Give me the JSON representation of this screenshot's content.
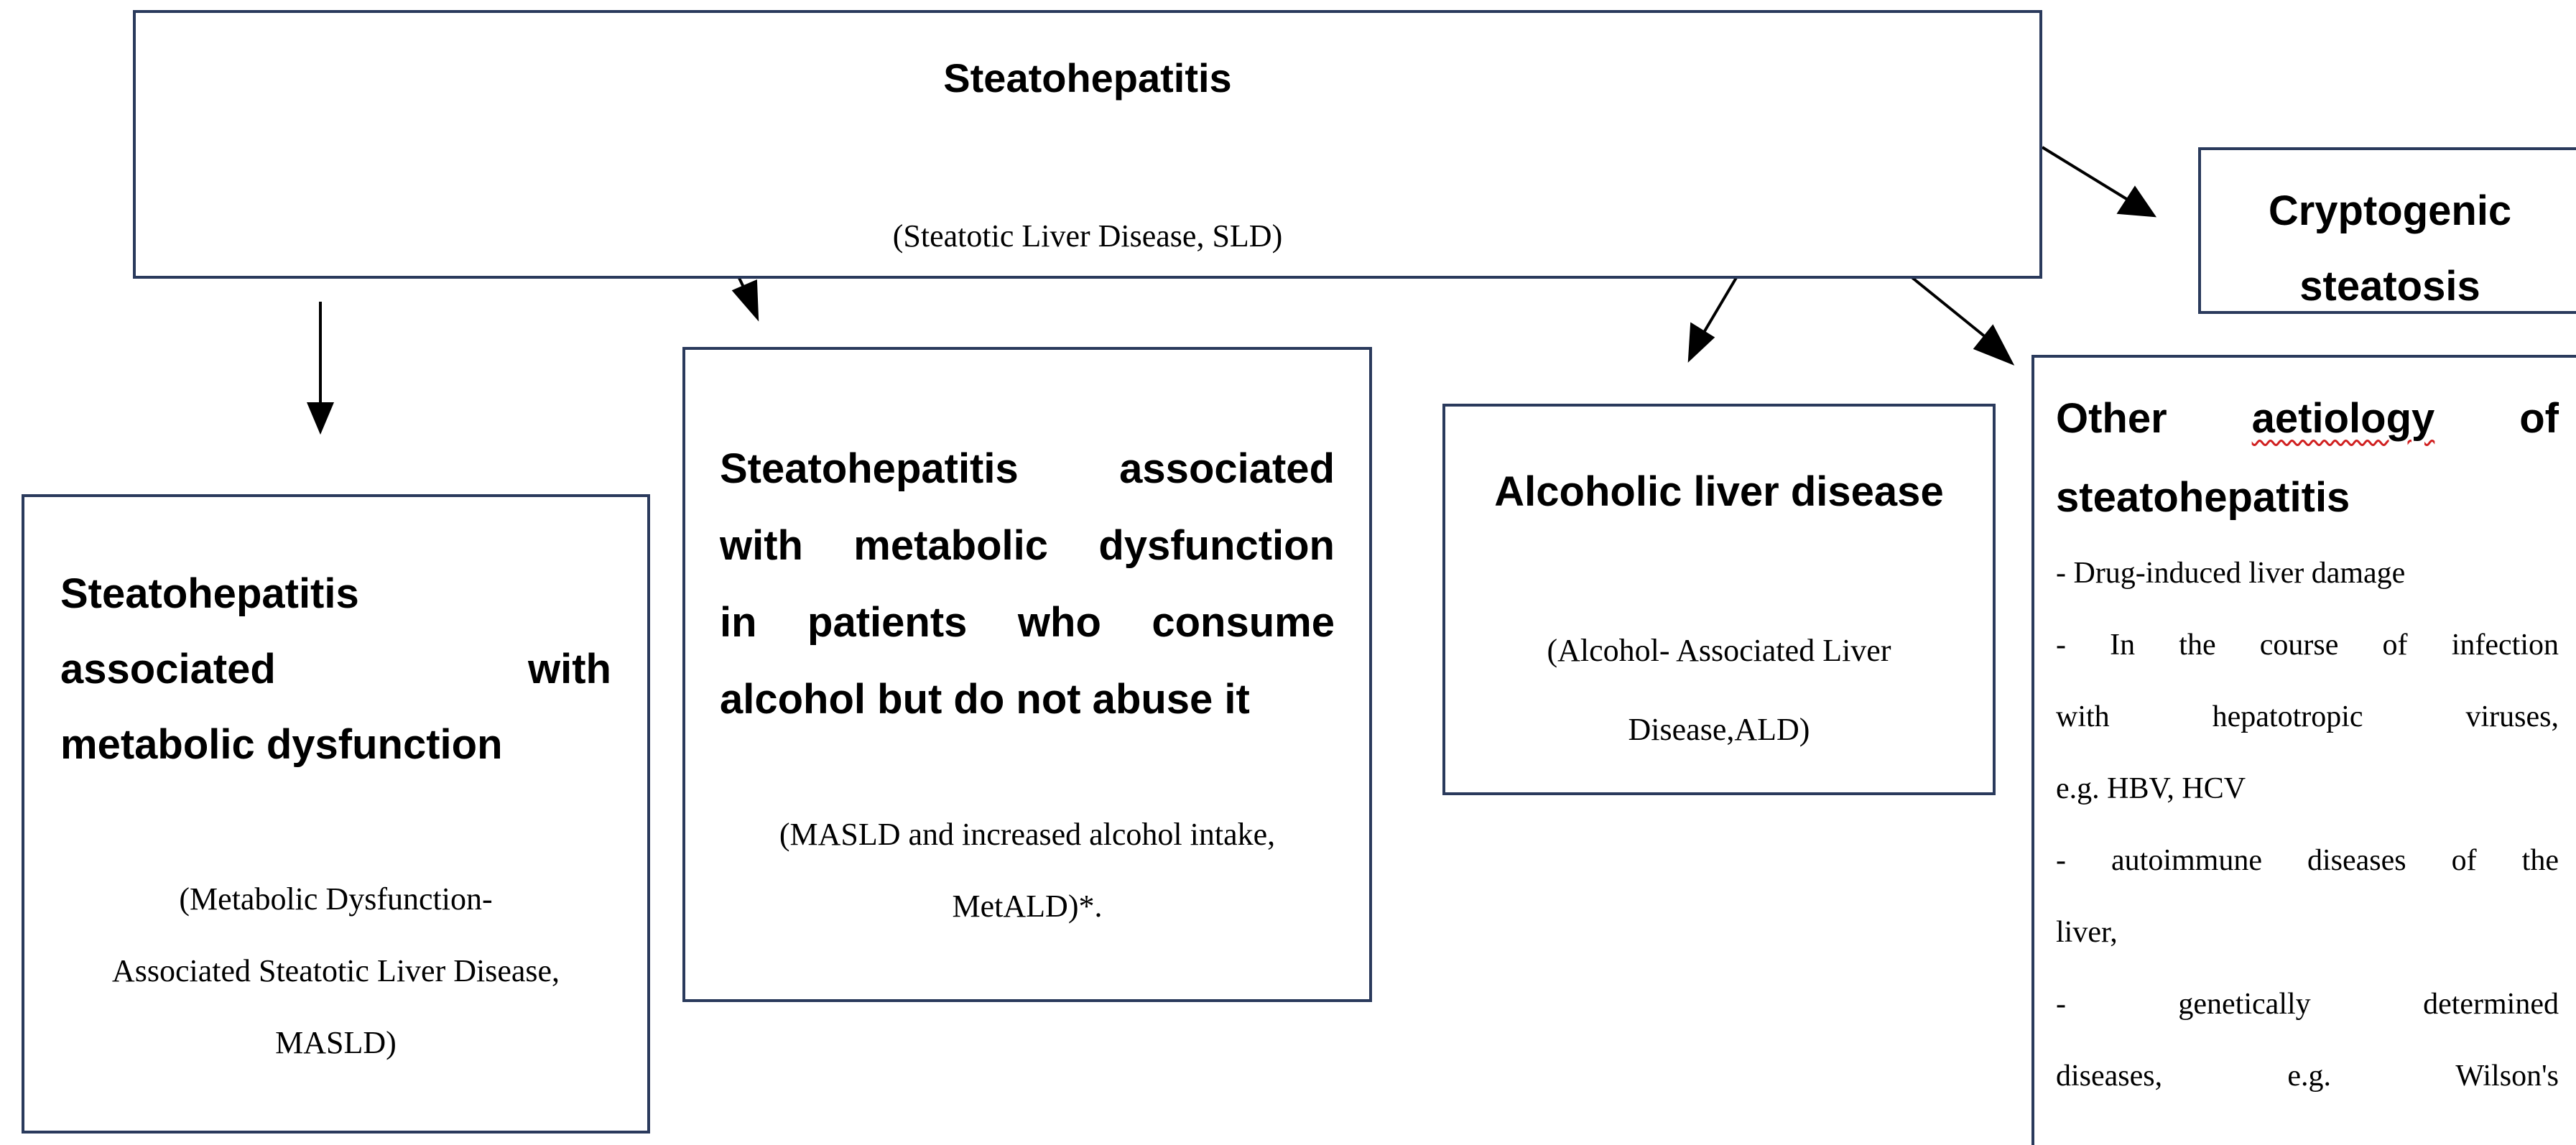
{
  "root": {
    "title": "Steatohepatitis",
    "subtitle": "(Steatotic Liver Disease, SLD)"
  },
  "cryptogenic": {
    "line1": "Cryptogenic",
    "line2": "steatosis"
  },
  "masld": {
    "title_lines": [
      "Steatohepatitis",
      "associated with",
      "metabolic dysfunction"
    ],
    "title_line2_parts": [
      "associated",
      "with"
    ],
    "subtitle_lines": [
      "(Metabolic Dysfunction-",
      "Associated Steatotic Liver Disease,",
      "MASLD)"
    ]
  },
  "metald": {
    "title_lines": [
      "Steatohepatitis associated",
      "with metabolic dysfunction",
      "in patients who consume",
      "alcohol but do not abuse it"
    ],
    "subtitle_lines": [
      "(MASLD and increased alcohol intake,",
      "MetALD)*."
    ]
  },
  "ald": {
    "title": "Alcoholic liver disease",
    "subtitle_lines": [
      "(Alcohol- Associated Liver",
      "Disease,ALD)"
    ]
  },
  "other": {
    "title_line1_parts": [
      "Other",
      "aetiology",
      "of"
    ],
    "title_line2": "steatohepatitis",
    "items": [
      "- Drug-induced liver damage",
      "- In the course of infection",
      "with hepatotropic viruses,",
      "e.g. HBV, HCV",
      "- autoimmune diseases of the",
      "liver,",
      "- genetically determined",
      "diseases, e.g. Wilson's"
    ]
  },
  "colors": {
    "border": "#2a3a5c",
    "text": "#000000",
    "spellcheck_underline": "#d02020"
  }
}
